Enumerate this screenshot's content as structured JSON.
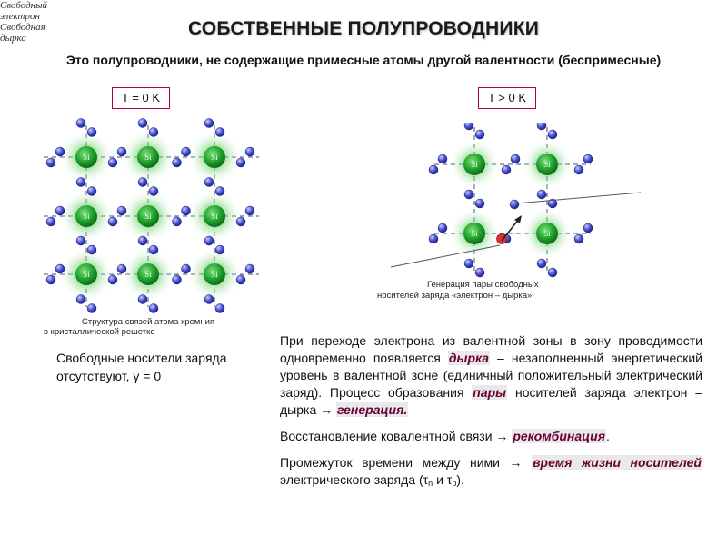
{
  "header": {
    "title": "СОБСТВЕННЫЕ ПОЛУПРОВОДНИКИ",
    "subtitle": "Это полупроводники, не содержащие примесные атомы другой валентности (беспримесные)"
  },
  "left_panel": {
    "temp_label": "T = 0 K",
    "atom_label": "Si",
    "caption_line1": "Структура связей атома кремния",
    "caption_line2": "в кристаллической решетке",
    "description": "Свободные носители заряда отсутствуют, γ = 0"
  },
  "right_panel": {
    "temp_label": "T > 0 K",
    "atom_label": "Si",
    "free_electron_line1": "Свободный",
    "free_electron_line2": "электрон",
    "free_hole_line1": "Свободная",
    "free_hole_line2": "дырка",
    "caption_line1": "Генерация пары свободных",
    "caption_line2": "носителей заряда «электрон – дырка»"
  },
  "text": {
    "p1_a": "При переходе электрона из валентной зоны в зону проводимости одновременно появляется ",
    "p1_hl1": "дырка",
    "p1_b": " – незаполненный энергетический уровень в валентной зоне (единичный положительный электрический заряд). Процесс образования ",
    "p1_hl2": "пары",
    "p1_c": " носителей заряда электрон – дырка → ",
    "p1_hl3": "генерация.",
    "p2_a": "Восстановление ковалентной связи → ",
    "p2_hl": "рекомбинация",
    "p2_b": ".",
    "p3_a": "Промежуток времени между ними → ",
    "p3_hl": "время жизни носителей",
    "p3_b": " электрического заряда (τ",
    "p3_sub1": "n",
    "p3_c": " и τ",
    "p3_sub2": "p",
    "p3_d": ")."
  },
  "colors": {
    "atom_green": "#22a532",
    "electron_blue": "#3a40c8",
    "hole_red": "#e03030",
    "highlight_text": "#6a0033",
    "frame_border": "#b0004b"
  }
}
